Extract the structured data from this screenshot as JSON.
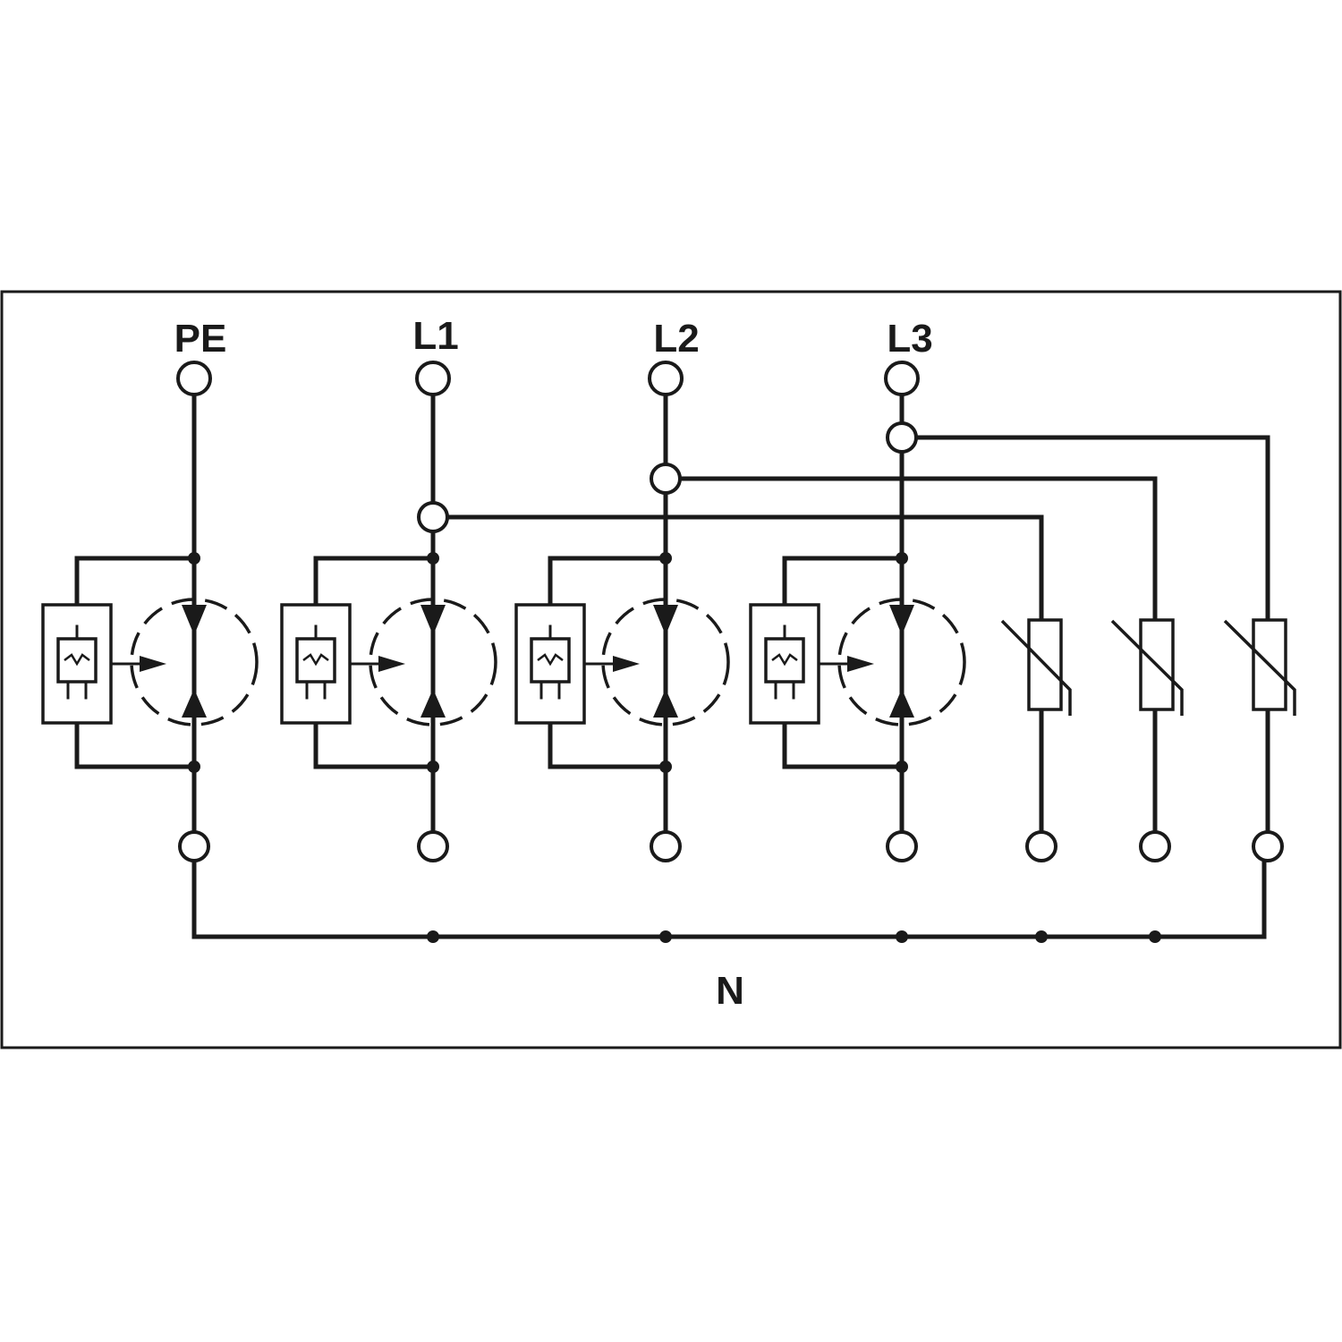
{
  "labels": {
    "pe": "PE",
    "l1": "L1",
    "l2": "L2",
    "l3": "L3",
    "n": "N"
  }
}
